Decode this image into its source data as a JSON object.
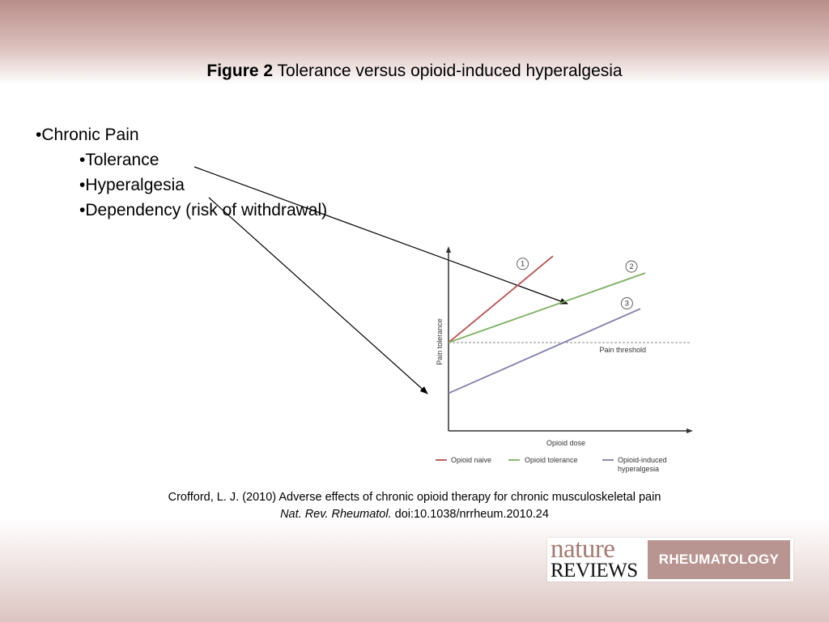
{
  "slide": {
    "title_bold": "Figure 2",
    "title_rest": " Tolerance versus opioid-induced hyperalgesia",
    "bullets": {
      "main": "•Chronic Pain",
      "sub": [
        "•Tolerance",
        "•Hyperalgesia",
        "•Dependency (risk of withdrawal)"
      ]
    },
    "citation": {
      "line1": "Crofford, L. J. (2010) Adverse effects of chronic opioid therapy for chronic musculoskeletal pain",
      "journal": "Nat. Rev. Rheumatol.",
      "doi": " doi:10.1038/nrrheum.2010.24"
    },
    "logo": {
      "word1": "nature",
      "word2": "REVIEWS",
      "word3": "RHEUMATOLOGY"
    }
  },
  "colors": {
    "naive": "#b8504f",
    "tolerance": "#7fb062",
    "hyperalgesia": "#8280ad"
  },
  "chart_data": {
    "type": "line",
    "title": "",
    "xlabel": "Opioid dose",
    "ylabel": "Pain tolerance",
    "xlim": [
      0,
      10
    ],
    "ylim": [
      0,
      10
    ],
    "threshold": {
      "label": "Pain threshold",
      "y": 4.7
    },
    "series": [
      {
        "name": "Opioid naive",
        "marker": "1",
        "color": "#b8504f",
        "x": [
          0,
          4.3
        ],
        "y": [
          4.7,
          9.3
        ]
      },
      {
        "name": "Opioid tolerance",
        "marker": "2",
        "color": "#7fb062",
        "x": [
          0,
          8.1
        ],
        "y": [
          4.7,
          8.4
        ]
      },
      {
        "name": "Opioid-induced hyperalgesia",
        "marker": "3",
        "color": "#8280ad",
        "x": [
          0,
          7.9
        ],
        "y": [
          2.0,
          6.5
        ]
      }
    ]
  }
}
